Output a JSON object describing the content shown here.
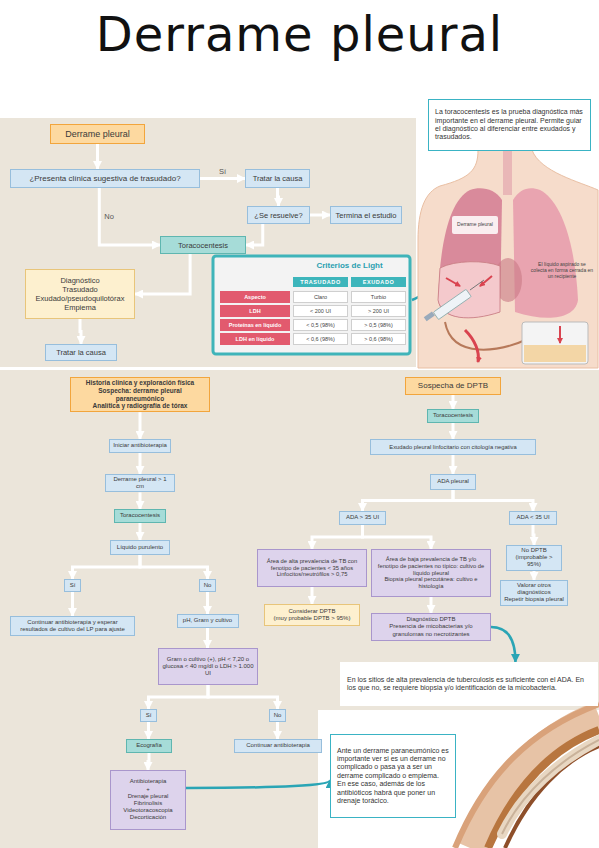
{
  "diagram": {
    "title": "Derrame pleural",
    "nodes": [
      {
        "text": [
          "Derrame pleural"
        ]
      },
      {
        "text": [
          "¿Presenta clínica sugestiva de trasudado?"
        ]
      },
      {
        "text": [
          "Tratar la causa"
        ]
      },
      {
        "text": [
          "¿Se resuelve?"
        ]
      },
      {
        "text": [
          "Termina el estudio"
        ]
      },
      {
        "text": [
          "Toracocentesis"
        ]
      },
      {
        "text": [
          "Diagnóstico",
          "Trasudado",
          "Exudado/pseudoquilotórax",
          "Empiema"
        ]
      },
      {
        "text": [
          "Tratar la causa"
        ]
      },
      {
        "text": [
          "La toracocentesis es la prueba diagnóstica más importante en el derrame pleural. Permite guiar el diagnóstico al diferenciar entre exudados y trasudados."
        ]
      },
      {
        "text": [
          "Historia clínica y exploración física",
          "Sospecha: derrame pleural paraneumónico",
          "Analítica y radiografía de tórax"
        ]
      },
      {
        "text": [
          "Iniciar antibioterapia"
        ]
      },
      {
        "text": [
          "Derrame pleural > 1 cm"
        ]
      },
      {
        "text": [
          "Toracocentesis"
        ]
      },
      {
        "text": [
          "Líquido purulento"
        ]
      },
      {
        "text": [
          "Sí"
        ]
      },
      {
        "text": [
          "No"
        ]
      },
      {
        "text": [
          "Continuar antibioterapia y esperar resultados de cultivo del LP para ajuste"
        ]
      },
      {
        "text": [
          "pH, Gram y cultivo"
        ]
      },
      {
        "text": [
          "Gram o cultivo (+), pH < 7,20 o glucosa < 40 mg/dl o LDH > 1.000 UI"
        ]
      },
      {
        "text": [
          "Sí"
        ]
      },
      {
        "text": [
          "No"
        ]
      },
      {
        "text": [
          "Ecografía"
        ]
      },
      {
        "text": [
          "Continuar antibioterapia"
        ]
      },
      {
        "text": [
          "Antibioterapia",
          "+",
          "Drenaje pleural",
          "Fibrinolisis",
          "Videotoracoscopia",
          "Decorticación"
        ]
      },
      {
        "text": [
          "Sospecha de DPTB"
        ]
      },
      {
        "text": [
          "Toracocentesis"
        ]
      },
      {
        "text": [
          "Exudado pleural linfocitario con citología negativa"
        ]
      },
      {
        "text": [
          "ADA pleural"
        ]
      },
      {
        "text": [
          "ADA > 35 UI"
        ]
      },
      {
        "text": [
          "ADA < 35 UI"
        ]
      },
      {
        "text": [
          "Área de alta prevalencia de TB con fenotipo de pacientes < 35 años",
          "Linfocitos/neutrófilos > 0,75"
        ]
      },
      {
        "text": [
          "Área de baja prevalencia de TB y/o fenotipo de pacientes no típico: cultivo de líquido pleural",
          "Biopsia pleural percutánea: cultivo e histología"
        ]
      },
      {
        "text": [
          "No DPTB",
          "(improbable > 95%)"
        ]
      },
      {
        "text": [
          "Considerar DPTB",
          "(muy probable DPTB > 95%)"
        ]
      },
      {
        "text": [
          "Diagnóstico DPTB",
          "Presencia de micobacterias y/o granulomas no necrotizantes"
        ]
      },
      {
        "text": [
          "Valorar otros diagnósticos",
          "Repetir biopsia pleural"
        ]
      },
      {
        "text": [
          "En los sitios de alta prevalencia de tuberculosis es suficiente con el ADA. En los que no, se requiere biopsia y/o identificación de la micobacteria."
        ]
      },
      {
        "text": [
          "Ante un derrame paraneumónico es importante ver si es un derrame no complicado o pasa ya a ser un derrame complicado o empiema. En ese caso, además de los antibióticos habrá que poner un drenaje torácico."
        ]
      }
    ],
    "edges": [
      {
        "from": 0,
        "to": 1,
        "arrow": "to"
      },
      {
        "from": 1,
        "to": 2,
        "label": "Sí",
        "arrow": "to"
      },
      {
        "from": 2,
        "to": 3,
        "arrow": "to"
      },
      {
        "from": 3,
        "to": 4,
        "arrow": "to"
      },
      {
        "from": 1,
        "to": 5,
        "label": "No",
        "arrow": "to"
      },
      {
        "from": 3,
        "to": 5,
        "arrow": "to"
      },
      {
        "from": 5,
        "to": 6,
        "arrow": "to"
      },
      {
        "from": 6,
        "to": 7,
        "arrow": "to"
      },
      {
        "from": 9,
        "to": 10,
        "arrow": "to"
      },
      {
        "from": 10,
        "to": 11,
        "arrow": "to"
      },
      {
        "from": 11,
        "to": 12,
        "arrow": "to"
      },
      {
        "from": 12,
        "to": 13,
        "arrow": "to"
      },
      {
        "from": 13,
        "to": 14,
        "arrow": "to"
      },
      {
        "from": 13,
        "to": 15,
        "arrow": "to"
      },
      {
        "from": 14,
        "to": 16,
        "arrow": "to"
      },
      {
        "from": 15,
        "to": 17,
        "arrow": "to"
      },
      {
        "from": 17,
        "to": 18,
        "arrow": "to"
      },
      {
        "from": 18,
        "to": 19,
        "arrow": "to"
      },
      {
        "from": 18,
        "to": 20,
        "arrow": "to"
      },
      {
        "from": 19,
        "to": 21,
        "arrow": "to"
      },
      {
        "from": 20,
        "to": 22,
        "arrow": "to"
      },
      {
        "from": 21,
        "to": 23,
        "arrow": "to"
      },
      {
        "from": 24,
        "to": 25,
        "arrow": "to"
      },
      {
        "from": 25,
        "to": 26,
        "arrow": "to"
      },
      {
        "from": 26,
        "to": 27,
        "arrow": "to"
      },
      {
        "from": 27,
        "to": 28,
        "arrow": "to"
      },
      {
        "from": 27,
        "to": 29,
        "arrow": "to"
      },
      {
        "from": 28,
        "to": 30,
        "arrow": "to"
      },
      {
        "from": 28,
        "to": 31,
        "arrow": "to"
      },
      {
        "from": 29,
        "to": 32,
        "arrow": "to"
      },
      {
        "from": 30,
        "to": 33,
        "arrow": "to"
      },
      {
        "from": 31,
        "to": 34,
        "arrow": "to"
      },
      {
        "from": 32,
        "to": 35,
        "arrow": "to"
      },
      {
        "from": 34,
        "to": 36,
        "arrow": "to"
      },
      {
        "from": 23,
        "to": 37,
        "arrow": "to"
      }
    ],
    "labels": [
      "Criterios de Light",
      "TRASUDADO",
      "EXUDADO",
      "Aspecto",
      "Claro",
      "Turbio",
      "LDH",
      "< 200 UI",
      "> 200 UI",
      "Proteínas en líquido",
      "< 0,5 (98%)",
      "> 0,5 (98%)",
      "LDH en líquido",
      "< 0,6 (98%)",
      "> 0,6 (98%)",
      "Derrame pleural",
      "El líquido aspirado se colecta en forma cerrada en un recipiente"
    ]
  }
}
